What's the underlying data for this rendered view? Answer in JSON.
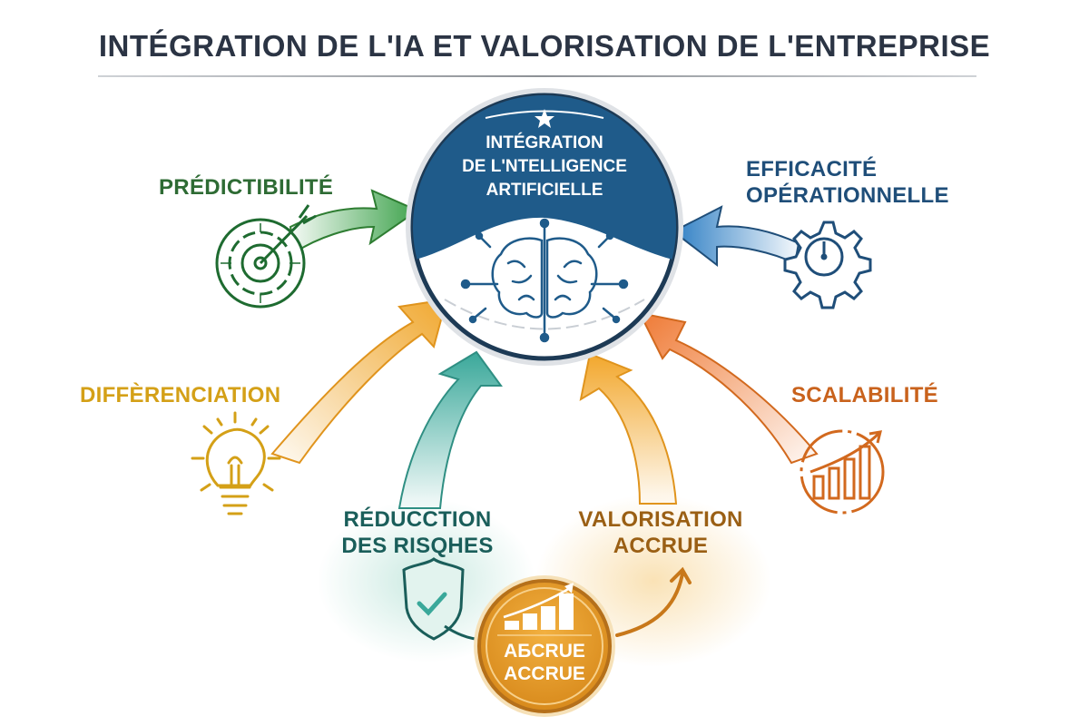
{
  "header": {
    "title": "INTÉGRATION DE L'IA ET VALORISATION DE L'ENTREPRISE"
  },
  "center": {
    "line1": "INTÉGRATION",
    "line2": "DE L'NTELLIGENCE",
    "line3": "ARTIFICIELLE",
    "icon": "brain-circuit-icon",
    "color_top": "#1f5b8a",
    "color_border": "#1d3a55"
  },
  "benefits": [
    {
      "id": "predictibilite",
      "line1": "PRÉDICTIBILITÉ",
      "line2": "",
      "icon": "target-arrow-icon",
      "color": "#2e7d32"
    },
    {
      "id": "efficacite",
      "line1": "EFFICACITÉ",
      "line2": "OPÉRATIONNELLE",
      "icon": "gear-clock-icon",
      "color": "#1f4e79"
    },
    {
      "id": "differenciation",
      "line1": "DIFFÈRENCIATION",
      "line2": "",
      "icon": "lightbulb-icon",
      "color": "#d4a017"
    },
    {
      "id": "scalabilite",
      "line1": "SCALABILITÉ",
      "line2": "",
      "icon": "growth-chart-icon",
      "color": "#d2691e"
    },
    {
      "id": "reduction",
      "line1": "RÉDUCCTION",
      "line2": "DES RISQHES",
      "icon": "shield-check-icon",
      "color": "#1a5e5a"
    },
    {
      "id": "valorisation",
      "line1": "VALORISATION",
      "line2": "ACCRUE",
      "icon": "curved-arrow-icon",
      "color": "#9a5f14"
    }
  ],
  "coin": {
    "line1": "AБCRUE",
    "line2": "ACCRUE",
    "icon": "bar-chart-up-icon",
    "color": "#e39a28"
  },
  "arrows": {
    "green": "#3fa34d",
    "blue": "#2f7fc4",
    "gold": "#f0a830",
    "orange": "#ef7a35",
    "teal": "#3aa89a",
    "amber": "#f2a72c"
  }
}
